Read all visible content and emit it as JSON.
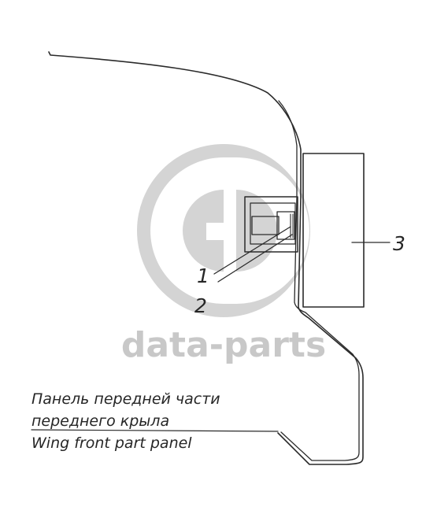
{
  "watermark": {
    "text": "data-parts",
    "color": "#c8c8c8"
  },
  "callouts": [
    "1",
    "2",
    "3"
  ],
  "caption": {
    "line1": "Панель передней части",
    "line2": "переднего крыла",
    "line3": "Wing front part panel"
  },
  "colors": {
    "line": "#2a2a2a",
    "watermark": "#c8c8c8",
    "background": "#ffffff"
  }
}
